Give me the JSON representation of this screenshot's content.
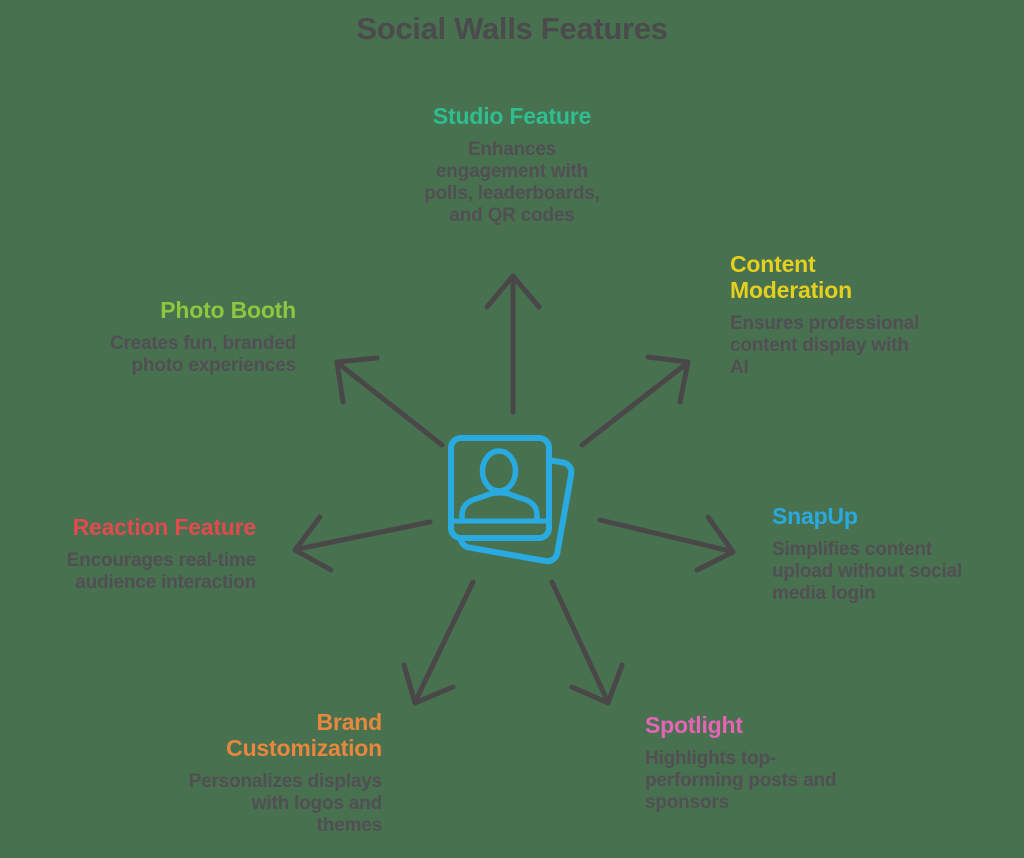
{
  "title": "Social Walls Features",
  "background_color": "#487150",
  "arrow_color": "#4a4749",
  "center_icon": {
    "name": "photo-card-stack-icon",
    "color": "#29abe2"
  },
  "features": [
    {
      "id": "studio-feature",
      "name": "Studio Feature",
      "color": "#2fbe90",
      "description": "Enhances\nengagement with\npolls, leaderboards,\nand QR codes"
    },
    {
      "id": "content-moderation",
      "name": "Content\nModeration",
      "color": "#e5cf1f",
      "description": "Ensures professional\ncontent display with\nAI"
    },
    {
      "id": "snapup",
      "name": "SnapUp",
      "color": "#29a9e0",
      "description": "Simplifies content\nupload without social\nmedia login"
    },
    {
      "id": "spotlight",
      "name": "Spotlight",
      "color": "#e763b6",
      "description": "Highlights top-\nperforming posts and\nsponsors"
    },
    {
      "id": "brand-customization",
      "name": "Brand\nCustomization",
      "color": "#e8873d",
      "description": "Personalizes displays\nwith logos and\nthemes"
    },
    {
      "id": "reaction-feature",
      "name": "Reaction Feature",
      "color": "#e04b4e",
      "description": "Encourages real-time\naudience interaction"
    },
    {
      "id": "photo-booth",
      "name": "Photo Booth",
      "color": "#8dc63f",
      "description": "Creates fun, branded\nphoto experiences"
    }
  ]
}
